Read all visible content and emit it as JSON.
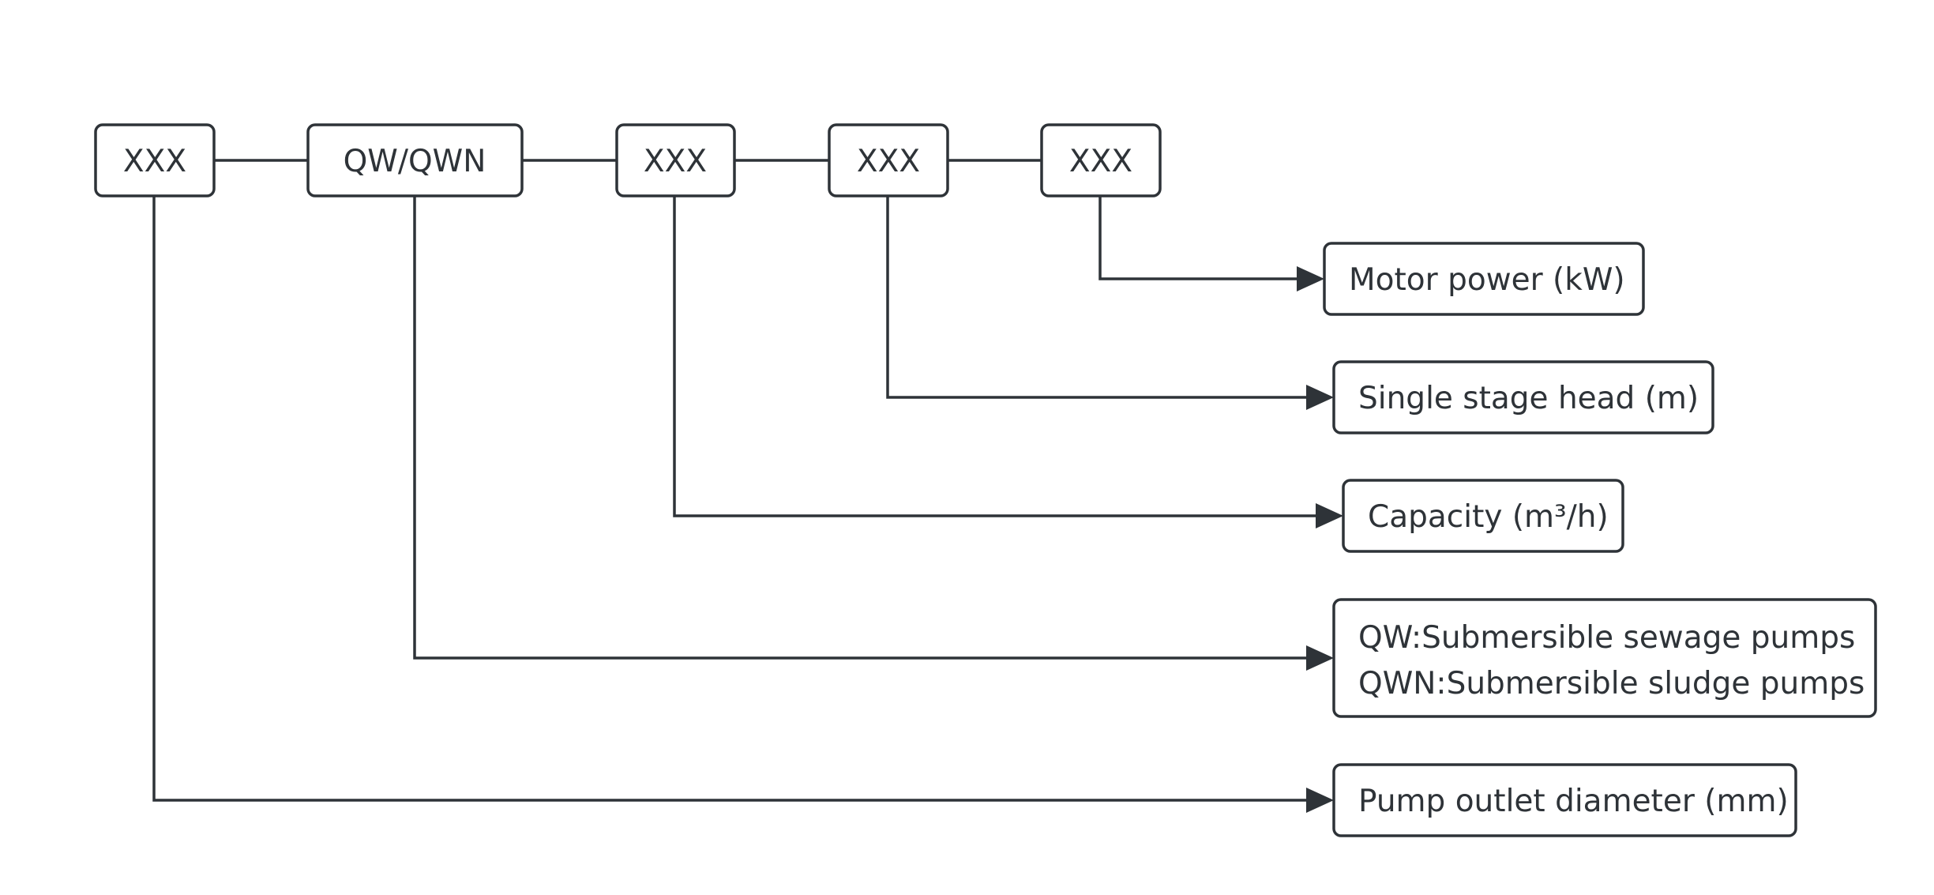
{
  "code_parts": [
    {
      "id": "part-1",
      "text": "XXX"
    },
    {
      "id": "part-2",
      "text": "QW/QWN"
    },
    {
      "id": "part-3",
      "text": "XXX"
    },
    {
      "id": "part-4",
      "text": "XXX"
    },
    {
      "id": "part-5",
      "text": "XXX"
    }
  ],
  "descriptions": {
    "motor_power": "Motor power (kW)",
    "single_stage_head": "Single stage head (m)",
    "capacity": "Capacity (m³/h)",
    "pump_type_qw": "QW:Submersible sewage pumps",
    "pump_type_qwn": "QWN:Submersible sludge pumps",
    "outlet_diameter": "Pump outlet diameter (mm)"
  },
  "colors": {
    "stroke": "#2e3338",
    "text": "#2e3338",
    "background": "#ffffff"
  }
}
